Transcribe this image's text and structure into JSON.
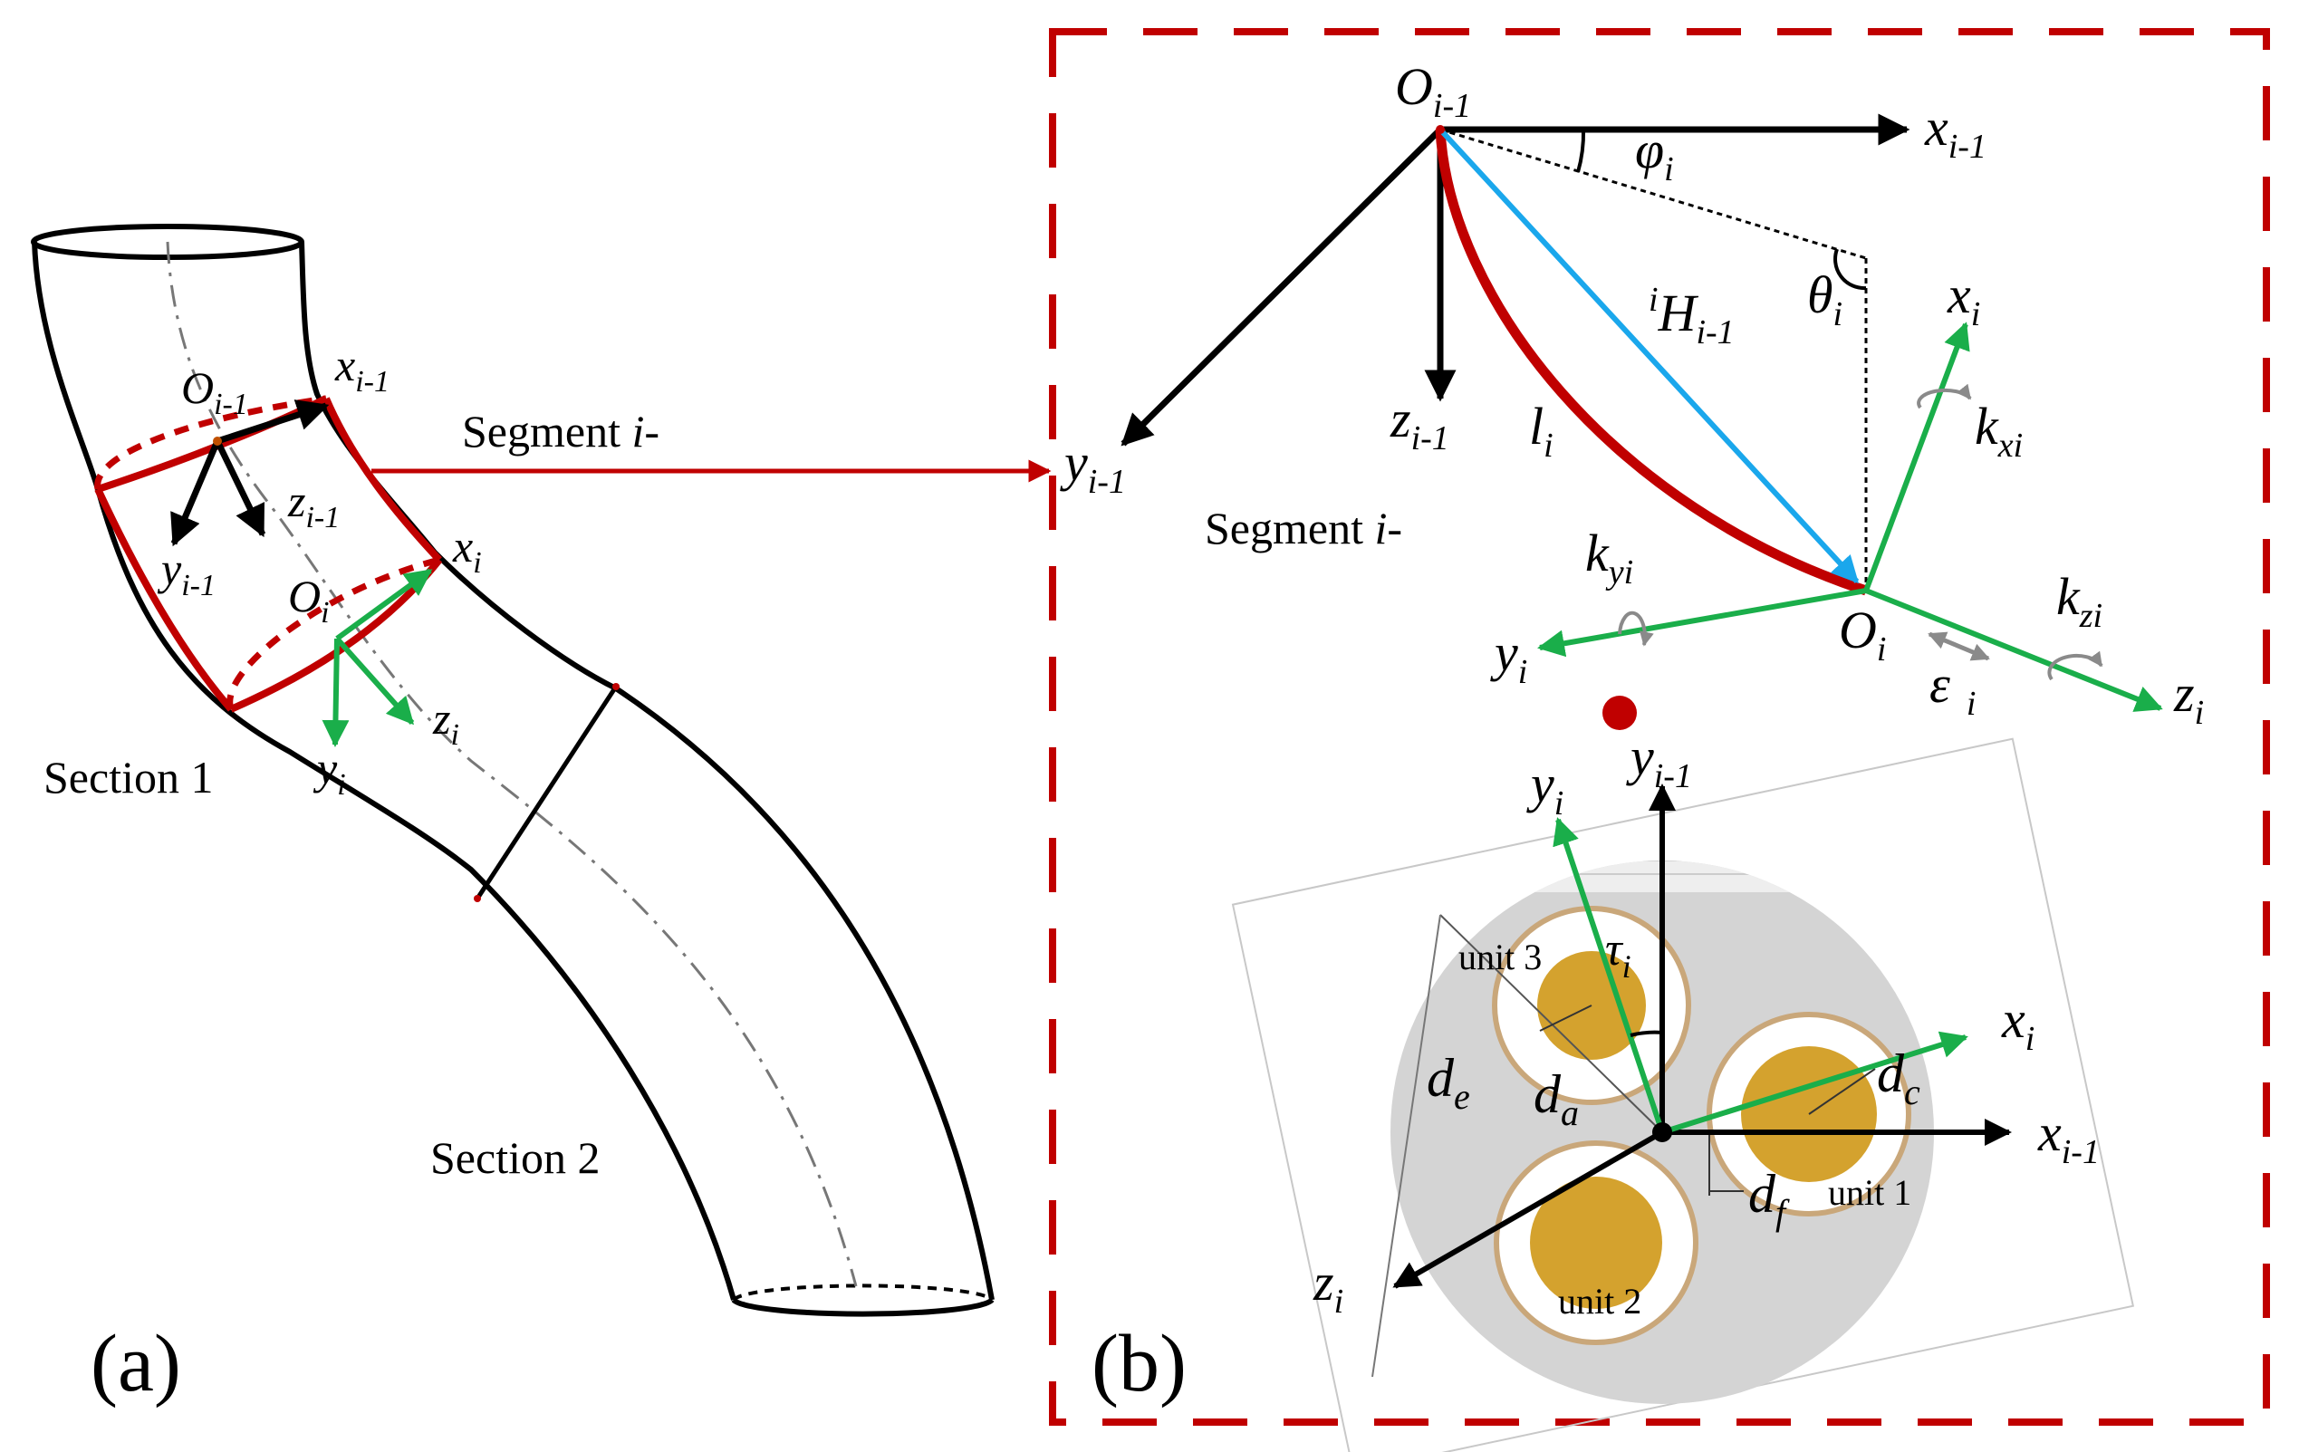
{
  "panel_a": {
    "label": "(a)",
    "section1": "Section 1",
    "section2": "Section 2",
    "segment_base": "Segment ",
    "segment_ital": "i-",
    "o_prev": {
      "base": "O",
      "sub": "i-1"
    },
    "x_prev": {
      "base": "x",
      "sub": "i-1"
    },
    "y_prev": {
      "base": "y",
      "sub": "i-1"
    },
    "z_prev": {
      "base": "z",
      "sub": "i-1"
    },
    "o_cur": {
      "base": "O",
      "sub": "i"
    },
    "x_cur": {
      "base": "x",
      "sub": "i"
    },
    "y_cur": {
      "base": "y",
      "sub": "i"
    },
    "z_cur": {
      "base": "z",
      "sub": "i"
    }
  },
  "panel_b": {
    "label": "(b)",
    "segment_base": "Segment ",
    "segment_ital": "i-",
    "o_prev": {
      "base": "O",
      "sub": "i-1"
    },
    "x_prev": {
      "base": "x",
      "sub": "i-1"
    },
    "y_prev": {
      "base": "y",
      "sub": "i-1"
    },
    "z_prev": {
      "base": "z",
      "sub": "i-1"
    },
    "phi": {
      "base": "φ",
      "sub": "i"
    },
    "theta": {
      "base": "θ",
      "sub": "i"
    },
    "h": {
      "sup": "i",
      "base": "H",
      "sub": "i-1"
    },
    "l": {
      "base": "l",
      "sub": "i"
    },
    "o_cur": {
      "base": "O",
      "sub": "i"
    },
    "x_cur": {
      "base": "x",
      "sub": "i"
    },
    "y_cur": {
      "base": "y",
      "sub": "i"
    },
    "z_cur": {
      "base": "z",
      "sub": "i"
    },
    "kx": {
      "base": "k",
      "sub": "xi"
    },
    "ky": {
      "base": "k",
      "sub": "yi"
    },
    "kz": {
      "base": "k",
      "sub": "zi"
    },
    "eps": {
      "base": "ε",
      "sub": "i"
    }
  },
  "cross_section": {
    "y_prev": {
      "base": "y",
      "sub": "i-1"
    },
    "x_prev": {
      "base": "x",
      "sub": "i-1"
    },
    "y_cur": {
      "base": "y",
      "sub": "i"
    },
    "x_cur": {
      "base": "x",
      "sub": "i"
    },
    "z_cur": {
      "base": "z",
      "sub": "i"
    },
    "tau": {
      "base": "τ",
      "sub": "i"
    },
    "unit1": "unit 1",
    "unit2": "unit 2",
    "unit3": "unit 3",
    "de": {
      "base": "d",
      "sub": "e"
    },
    "da": {
      "base": "d",
      "sub": "a"
    },
    "dc": {
      "base": "d",
      "sub": "c"
    },
    "df": {
      "base": "d",
      "sub": "f"
    }
  },
  "colors": {
    "red": "#c00000",
    "green": "#1aae4a",
    "blue": "#1aa7ec",
    "black": "#000000",
    "gray": "#8a8a8a",
    "section_fill": "#d4d4d4",
    "unit_core": "#d4a22e",
    "unit_ring": "#c9a77a"
  }
}
